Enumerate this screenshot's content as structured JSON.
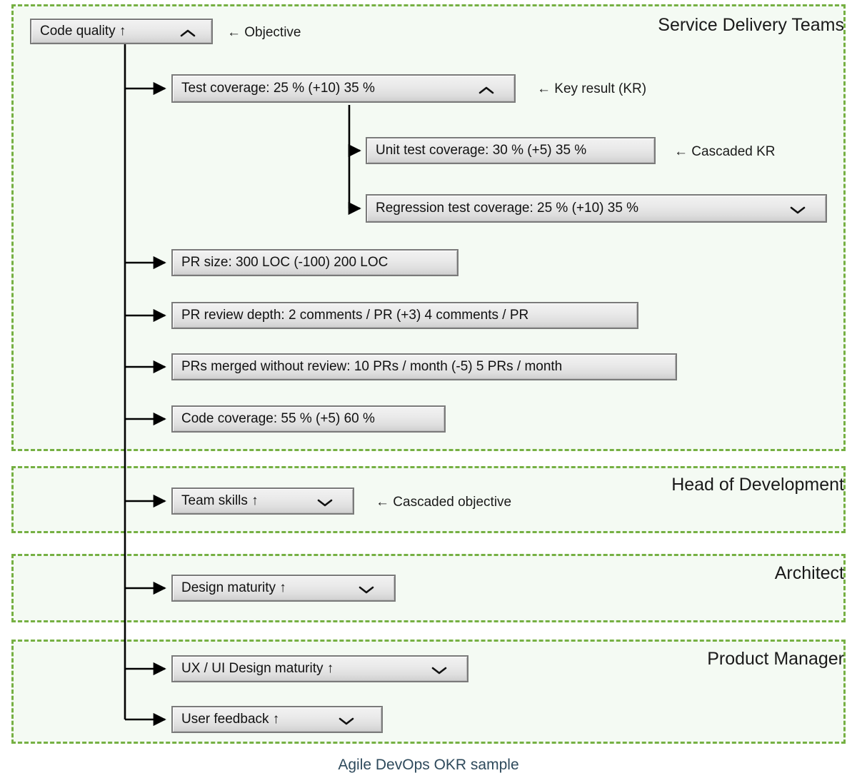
{
  "diagram": {
    "caption": "Agile DevOps OKR sample",
    "accent_border_color": "#76b043",
    "lane_background_color": "#f4faf3",
    "caption_color": "#2e4a5c",
    "node_border_color": "#7a7a7a"
  },
  "lanes": [
    {
      "title": "Service Delivery Teams"
    },
    {
      "title": "Head of Development"
    },
    {
      "title": "Architect"
    },
    {
      "title": "Product Manager"
    }
  ],
  "nodes": {
    "objective": {
      "label": "Code quality ↑",
      "chevron": "up"
    },
    "kr_test_coverage": {
      "label": "Test coverage: 25 % (+10) 35 %",
      "chevron": "up"
    },
    "kr_unit_test_coverage": {
      "label": "Unit test coverage: 30 % (+5) 35 %",
      "chevron": "none"
    },
    "kr_regression_test_coverage": {
      "label": "Regression test coverage: 25 % (+10) 35 %",
      "chevron": "down"
    },
    "kr_pr_size": {
      "label": "PR size: 300 LOC (-100) 200 LOC",
      "chevron": "none"
    },
    "kr_pr_review_depth": {
      "label": "PR review depth: 2 comments / PR (+3) 4 comments / PR",
      "chevron": "none"
    },
    "kr_prs_merged_without_review": {
      "label": "PRs merged without review: 10 PRs / month (-5) 5 PRs / month",
      "chevron": "none"
    },
    "kr_code_coverage": {
      "label": "Code coverage: 55 % (+5) 60 %",
      "chevron": "none"
    },
    "obj_team_skills": {
      "label": "Team skills ↑",
      "chevron": "down"
    },
    "obj_design_maturity": {
      "label": "Design maturity ↑",
      "chevron": "down"
    },
    "obj_ux_ui_design_maturity": {
      "label": "UX / UI Design maturity ↑",
      "chevron": "down"
    },
    "obj_user_feedback": {
      "label": "User feedback ↑",
      "chevron": "down"
    }
  },
  "annotations": {
    "objective": "← Objective",
    "key_result": "← Key result (KR)",
    "cascaded_kr": "← Cascaded KR",
    "cascaded_objective": "← Cascaded objective"
  }
}
